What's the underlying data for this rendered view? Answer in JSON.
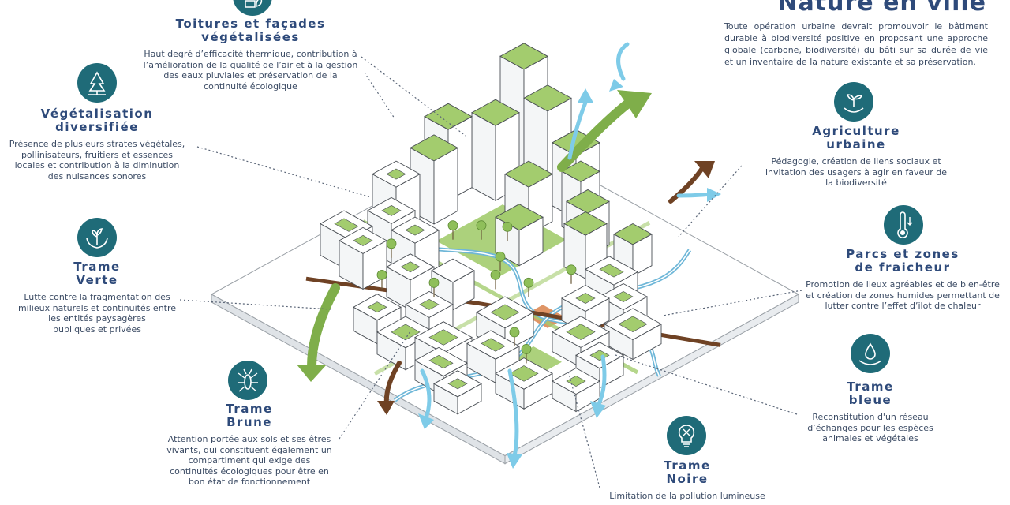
{
  "page": {
    "title": "Nature en ville",
    "intro": "Toute opération urbaine devrait promouvoir le bâtiment durable à biodiversité positive en proposant une approche globale (carbone, biodiversité) du bâti sur sa durée de vie et un inventaire de la nature existante et sa préservation."
  },
  "colors": {
    "icon_bg": "#1f6b78",
    "heading": "#2e4a7a",
    "text": "#3a4a63",
    "green_roof": "#a3cc6e",
    "green_arrow": "#7fae4a",
    "brown_arrow": "#6f4224",
    "blue_arrow": "#7ecbe8"
  },
  "blocks": {
    "toitures": {
      "icon": "solar-leaf-icon",
      "title_lines": [
        "Toitures et façades",
        "végétalisées"
      ],
      "desc_lines": [
        "Haut degré d’efficacité thermique, contribution à",
        "l’amélioration de la qualité de l’air et à la gestion",
        "des eaux pluviales et préservation de la",
        "continuité écologique"
      ]
    },
    "vegetalisation": {
      "icon": "trees-icon",
      "title_lines": [
        "Végétalisation",
        "diversifiée"
      ],
      "desc_lines": [
        "Présence de plusieurs strates végétales,",
        "pollinisateurs, fruitiers et essences",
        "locales et contribution à la diminution",
        "des nuisances sonores"
      ]
    },
    "trame_verte": {
      "icon": "hands-sprout-icon",
      "title_lines": [
        "Trame",
        "Verte"
      ],
      "desc_lines": [
        "Lutte contre la fragmentation des",
        "milieux naturels et continuités entre",
        "les entités paysagères",
        "publiques et privées"
      ]
    },
    "trame_brune": {
      "icon": "insect-icon",
      "title_lines": [
        "Trame",
        "Brune"
      ],
      "desc_lines": [
        "Attention portée aux sols et ses êtres",
        "vivants, qui constituent également un",
        "compartiment qui exige des",
        "continuités écologiques pour être en",
        "bon état de fonctionnement"
      ]
    },
    "trame_noire": {
      "icon": "light-bulb-icon",
      "title_lines": [
        "Trame",
        "Noire"
      ],
      "desc_lines": [
        "Limitation de la pollution lumineuse"
      ]
    },
    "trame_bleue": {
      "icon": "water-drop-hand-icon",
      "title_lines": [
        "Trame",
        "bleue"
      ],
      "desc_lines": [
        "Reconstitution d'un réseau",
        "d’échanges pour les espèces",
        "animales et végétales"
      ]
    },
    "parcs": {
      "icon": "thermometer-icon",
      "title_lines": [
        "Parcs et zones",
        "de fraicheur"
      ],
      "desc_lines": [
        "Promotion de lieux agréables et de bien-être",
        "et création de zones humides permettant de",
        "lutter contre l’effet d’ilot de chaleur"
      ]
    },
    "agriculture": {
      "icon": "sprout-hand-icon",
      "title_lines": [
        "Agriculture",
        "urbaine"
      ],
      "desc_lines": [
        "Pédagogie, création de liens sociaux et",
        "invitation des usagers à agir en faveur de",
        "la biodiversité"
      ]
    }
  }
}
